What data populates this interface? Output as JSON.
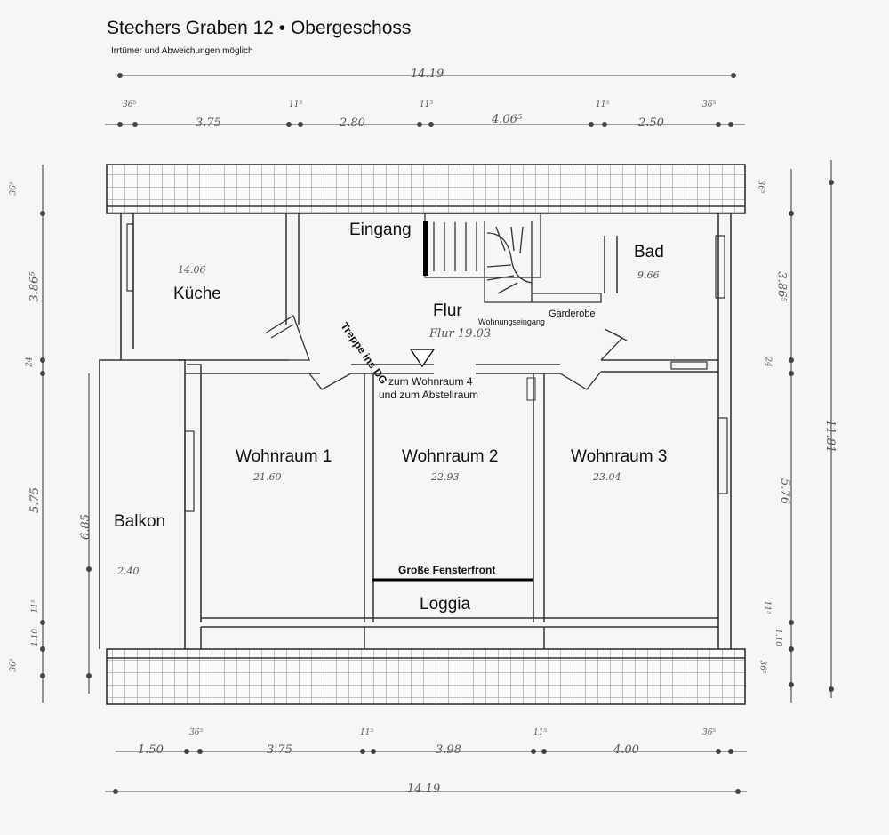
{
  "header": {
    "title": "Stechers Graben 12 • Obergeschoss",
    "subtitle": "Irrtümer und Abweichungen möglich"
  },
  "rooms": {
    "kueche": {
      "label": "Küche",
      "area": "14.06"
    },
    "eingang": {
      "label": "Eingang"
    },
    "bad": {
      "label": "Bad",
      "area": "9.66"
    },
    "flur": {
      "label": "Flur",
      "area": "Flur 19.03"
    },
    "treppe": {
      "label": "Treppe ins DG"
    },
    "wohnungseingang": {
      "label": "Wohnungseingang"
    },
    "garderobe": {
      "label": "Garderobe"
    },
    "zum_wohnraum": {
      "line1": "zum Wohnraum 4",
      "line2": "und zum Abstellraum"
    },
    "wohnraum1": {
      "label": "Wohnraum 1",
      "area": "21.60"
    },
    "wohnraum2": {
      "label": "Wohnraum 2",
      "area": "22.93"
    },
    "wohnraum3": {
      "label": "Wohnraum 3",
      "area": "23.04"
    },
    "balkon": {
      "label": "Balkon",
      "area": "2.40"
    },
    "fensterfront": {
      "label": "Große Fensterfront"
    },
    "loggia": {
      "label": "Loggia"
    }
  },
  "dimensions": {
    "top_total": "14.19",
    "top_segments": [
      "36⁵",
      "3.75",
      "11⁵",
      "2.80",
      "11⁵",
      "4.06⁵",
      "11⁵",
      "2.50",
      "36⁵"
    ],
    "bottom_total": "14.19",
    "bottom_segments": [
      "1.50",
      "36⁵",
      "3.75",
      "11⁵",
      "3.98",
      "11⁵",
      "4.00",
      "36⁵"
    ],
    "left": [
      "36⁵",
      "3.86⁵",
      "24",
      "5.75",
      "6.85",
      "11⁵",
      "1.10",
      "36⁵"
    ],
    "right": [
      "36⁵",
      "3.86⁵",
      "24",
      "5.76",
      "11.81",
      "11⁵",
      "1.10",
      "36⁵"
    ]
  }
}
